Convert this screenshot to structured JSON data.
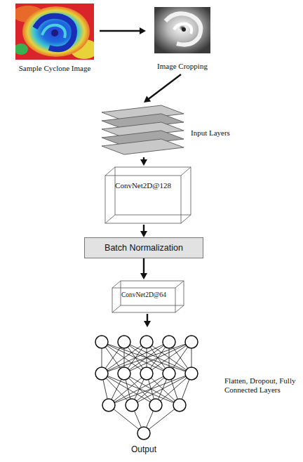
{
  "diagram": {
    "nodes": [
      {
        "text": [
          "Sample Cyclone Image"
        ]
      },
      {
        "text": [
          "Image Cropping"
        ]
      },
      {
        "text": [
          "Input Layers"
        ]
      },
      {
        "text": [
          "ConvNet2D@128"
        ]
      },
      {
        "text": [
          "Batch Normalization"
        ]
      },
      {
        "text": [
          "ConvNet2D@64"
        ]
      },
      {
        "text": [
          "Flatten, Dropout, Fully Connected Layers"
        ]
      }
    ],
    "edges": [
      {
        "from": 0,
        "to": 1,
        "arrow": "to"
      },
      {
        "from": 1,
        "to": 2,
        "arrow": "to"
      },
      {
        "from": 2,
        "to": 3,
        "arrow": "to"
      },
      {
        "from": 3,
        "to": 4,
        "arrow": "to"
      },
      {
        "from": 4,
        "to": 5,
        "arrow": "to"
      },
      {
        "from": 5,
        "to": 6,
        "arrow": "to"
      }
    ],
    "labels": [
      "Output"
    ]
  }
}
